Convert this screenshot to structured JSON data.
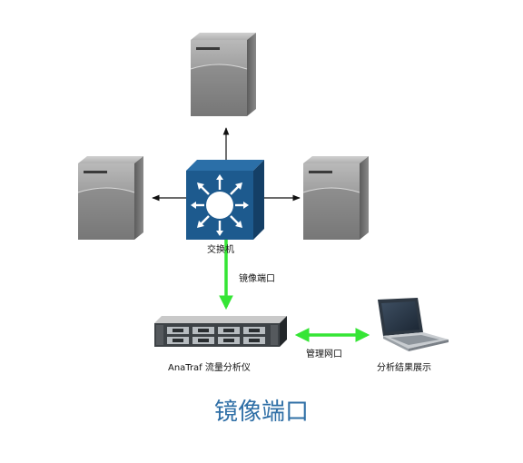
{
  "nodes": {
    "switch_label": "交换机",
    "analyzer_label": "AnaTraf 流量分析仪",
    "laptop_label": "分析结果展示"
  },
  "edges": {
    "mirror_port_label": "镜像端口",
    "mgmt_port_label": "管理网口"
  },
  "caption": "镜像端口",
  "colors": {
    "switch": "#1d5a8e",
    "green_link": "#35e535",
    "caption": "#2f6fa6",
    "server_body": "#8c8c8c"
  },
  "icons": {
    "server": "server-tower-icon",
    "switch": "layer3-switch-icon",
    "analyzer": "rack-server-icon",
    "laptop": "laptop-icon"
  }
}
